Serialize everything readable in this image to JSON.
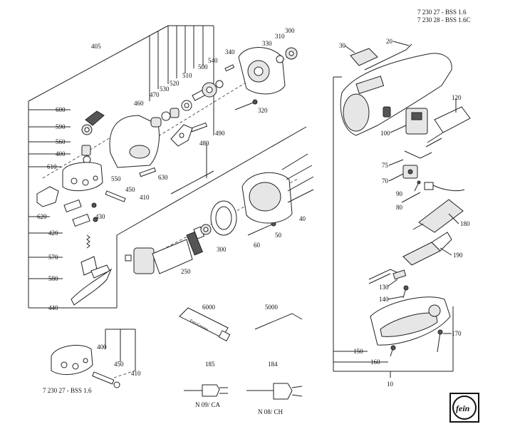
{
  "header": {
    "line1": "7 230 27 - BSS 1.6",
    "line2": "7 230 28 - BSS 1.6C"
  },
  "callouts": {
    "c405": "405",
    "c600": "600",
    "c590": "590",
    "c560": "560",
    "c400a": "400",
    "c610": "610",
    "c620": "620",
    "c420": "420",
    "c570": "570",
    "c580": "580",
    "c440": "440",
    "c460": "460",
    "c470": "470",
    "c530": "530",
    "c520": "520",
    "c510": "510",
    "c500": "500",
    "c540": "540",
    "c340": "340",
    "c330": "330",
    "c310": "310",
    "c300a": "300",
    "c320": "320",
    "c490": "490",
    "c480": "480",
    "c630": "630",
    "c550": "550",
    "c450a": "450",
    "c410a": "410",
    "c430": "430",
    "c250": "250",
    "c300b": "300",
    "c60": "60",
    "c50": "50",
    "c40": "40",
    "c6000": "6000",
    "c5000": "5000",
    "c185": "185",
    "c184": "184",
    "c400b": "400",
    "c450b": "450",
    "c410b": "410",
    "c20": "20",
    "c30": "30",
    "c120": "120",
    "c100": "100",
    "c75": "75",
    "c70": "70",
    "c90": "90",
    "c80": "80",
    "c180": "180",
    "c190": "190",
    "c130": "130",
    "c140": "140",
    "c150": "150",
    "c160": "160",
    "c170": "170",
    "c10": "10"
  },
  "captions": {
    "sub_assembly": "7 230 27 - BSS 1.6",
    "plug_ca": "N 09/ CA",
    "plug_ch": "N 08/ CH",
    "grease_text": "Fett-Grease"
  },
  "icons": {
    "logo": "fein-logo-icon"
  }
}
